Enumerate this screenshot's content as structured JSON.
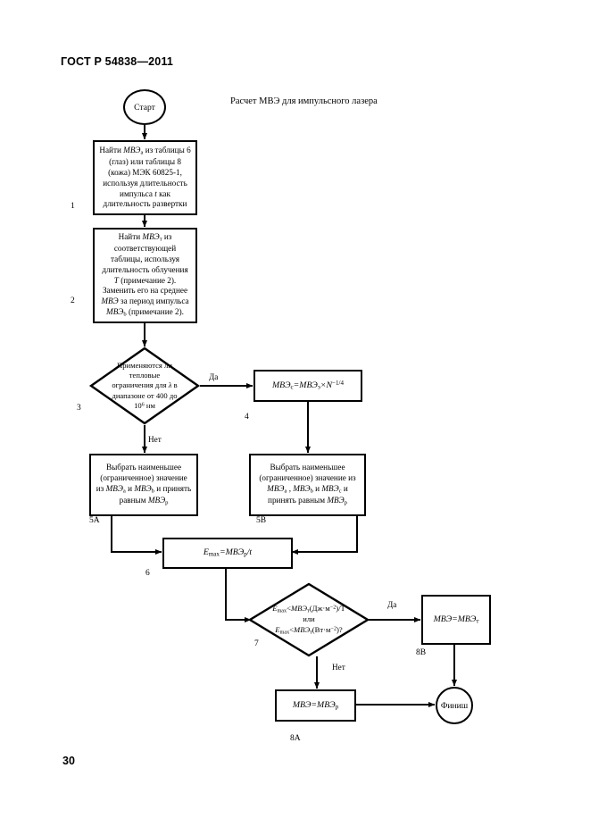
{
  "document": {
    "standard_header": "ГОСТ Р 54838—2011",
    "page_number": "30"
  },
  "figure": {
    "caption": "Расчет МВЭ для импульсного лазера"
  },
  "nodes": {
    "start": {
      "label": "Старт",
      "shape": "terminator"
    },
    "finish": {
      "label": "Финиш",
      "shape": "terminator"
    },
    "box1": {
      "step": "1",
      "shape": "process",
      "text": "Найти МВЭа из таблицы 6 (глаз) или таблицы 8 (кожа) МЭК 60825-1, используя длительность импульса t как длительность развертки"
    },
    "box2": {
      "step": "2",
      "shape": "process",
      "text": "Найти МВЭт из соответствующей таблицы, используя длительность облучения Т (примечание 2). Заменить его на среднее МВЭ за период импульса МВЭb (примечание 2)."
    },
    "decision3": {
      "step": "3",
      "shape": "decision",
      "text": "Применяются ли тепловые ограничения для λ в диапазоне от 400 до 10⁶ нм",
      "yes_label": "Да",
      "no_label": "Нет"
    },
    "box4": {
      "step": "4",
      "shape": "process",
      "text": "МВЭс=МВЭэ×N−1/4"
    },
    "box5a": {
      "step": "5А",
      "shape": "process",
      "text": "Выбрать наименьшее (ограниченное) значение из МВЭа и МВЭb и принять равным МВЭр"
    },
    "box5b": {
      "step": "5В",
      "shape": "process",
      "text": "Выбрать наименьшее (ограниченное) значение из МВЭа, МВЭb и МВЭс и принять равным МВЭр"
    },
    "box6": {
      "step": "6",
      "shape": "process",
      "text": "Еmax=МВЭр/t"
    },
    "decision7": {
      "step": "7",
      "shape": "decision",
      "text": "Еmax<МВЭт(Дж·м−2)/Т или Еmax<МВЭт(Вт·м−2)?",
      "yes_label": "Да",
      "no_label": "Нет"
    },
    "box8a": {
      "step": "8А",
      "shape": "process",
      "text": "МВЭ=МВЭр"
    },
    "box8b": {
      "step": "8В",
      "shape": "process",
      "text": "МВЭ=МВЭт"
    }
  },
  "colors": {
    "ink": "#000000",
    "paper": "#ffffff"
  }
}
